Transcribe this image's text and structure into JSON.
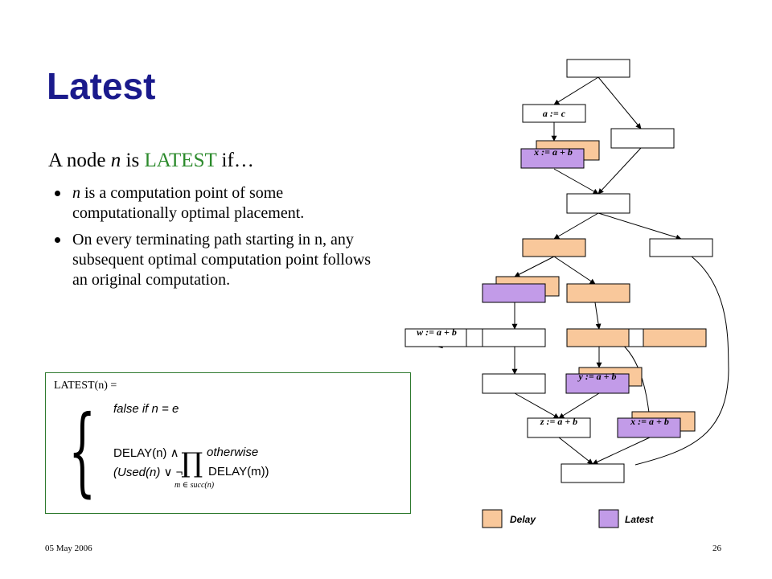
{
  "slide": {
    "title": "Latest",
    "intro_prefix": "A node ",
    "intro_n": "n",
    "intro_mid": " is ",
    "intro_latest": "LATEST",
    "intro_suffix": " if…",
    "bullets": [
      {
        "lead": "n",
        "text": " is a computation point of some computationally optimal placement."
      },
      {
        "lead": "",
        "text": "On every terminating path starting in n, any subsequent optimal computation point follows an original computation."
      }
    ],
    "formula": {
      "head": "LATEST(n) =",
      "case1": "false  if  n = e",
      "case2a": "DELAY(n) ∧",
      "case2b": "otherwise",
      "case2c": "(Used(n) ∨ ¬",
      "pi": "∏",
      "case2d": "DELAY(m))",
      "subscript": "m ∈ succ(n)"
    },
    "footer_date": "05 May 2006",
    "page_number": "26"
  },
  "graph": {
    "colors": {
      "delay": "#f9c89b",
      "latest": "#c29be8",
      "plain": "#ffffff",
      "stroke": "#000000"
    },
    "nodes": {
      "a_c": "a := c",
      "x1": "x := a + b",
      "w": "w := a + b",
      "y": "y := a + b",
      "z": "z := a + b",
      "x2": "x := a + b"
    },
    "legend": {
      "delay": "Delay",
      "latest": "Latest"
    }
  }
}
